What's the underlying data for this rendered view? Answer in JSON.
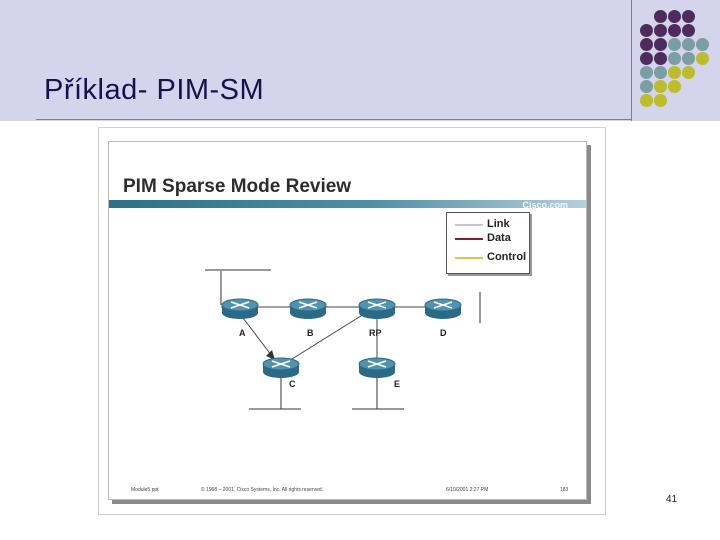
{
  "header": {
    "title": "Příklad- PIM-SM"
  },
  "colors": {
    "dot_purple": "#4e2b5a",
    "dot_teal": "#7b9da4",
    "dot_olive": "#bcbc2c",
    "header_bg": "#d4d4ec"
  },
  "slide": {
    "title": "PIM Sparse Mode Review",
    "brand": "Cisco.com",
    "legend": [
      {
        "label": "Link",
        "color": "#c8c8c8"
      },
      {
        "label": "Data",
        "color": "#8b1a2b"
      },
      {
        "label": "Control",
        "color": "#d4c84a"
      }
    ],
    "nodes": [
      "A",
      "B",
      "RP",
      "D",
      "C",
      "E"
    ],
    "footer": {
      "left": "Module5.ppt",
      "center": "© 1998 – 2001, Cisco Systems, Inc. All rights reserved.",
      "date": "6/10/2001 2:27 PM",
      "page": "183"
    }
  },
  "page_number": "41"
}
